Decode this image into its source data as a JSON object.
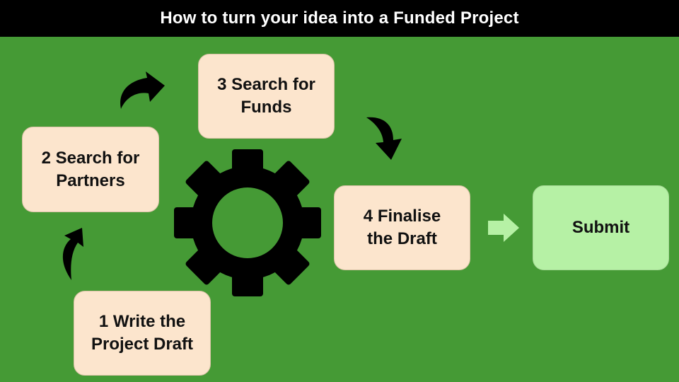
{
  "header": {
    "title": "How to turn your idea into a Funded Project"
  },
  "steps": [
    {
      "line1": "1 Write the",
      "line2": "Project Draft"
    },
    {
      "line1": "2 Search for",
      "line2": "Partners"
    },
    {
      "line1": "3 Search for",
      "line2": "Funds"
    },
    {
      "line1": "4 Finalise",
      "line2": "the Draft"
    }
  ],
  "submit": {
    "label": "Submit"
  },
  "colors": {
    "background": "#459a35",
    "header": "#000000",
    "step_box": "#fce5cd",
    "submit_box": "#b6f1a5",
    "arrow_light": "#b6f1a5"
  },
  "icons": [
    "gear-icon",
    "curved-arrow-icon",
    "right-arrow-icon"
  ]
}
